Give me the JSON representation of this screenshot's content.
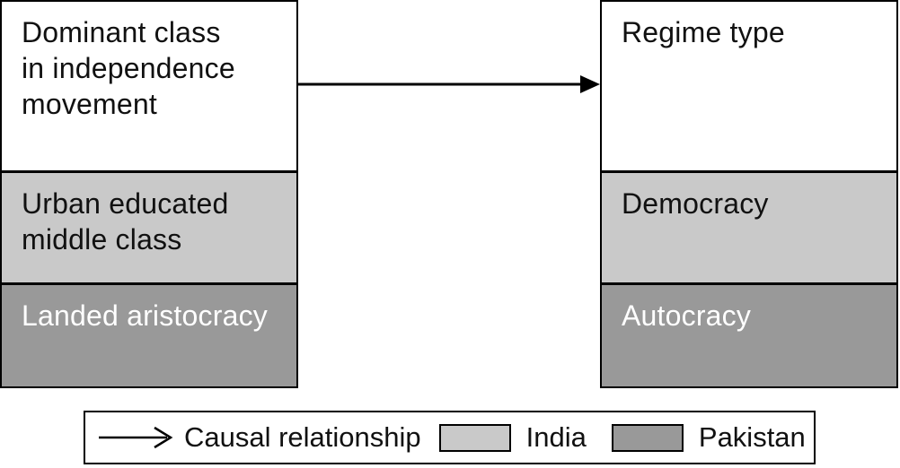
{
  "figure": {
    "left_box": {
      "header": "Dominant class\nin independence\nmovement",
      "rows": [
        {
          "label": "Urban educated\nmiddle class",
          "country": "India"
        },
        {
          "label": "Landed aristocracy",
          "country": "Pakistan"
        }
      ]
    },
    "right_box": {
      "header": "Regime type",
      "rows": [
        {
          "label": "Democracy",
          "country": "India"
        },
        {
          "label": "Autocracy",
          "country": "Pakistan"
        }
      ]
    },
    "arrow": {
      "meaning": "Causal relationship",
      "from": "Dominant class in independence movement",
      "to": "Regime type"
    },
    "legend": {
      "causal_label": "Causal relationship",
      "india_label": "India",
      "pakistan_label": "Pakistan"
    },
    "colors": {
      "india_fill": "#c9c9c9",
      "pakistan_fill": "#999999",
      "border": "#000000",
      "header_fill": "#ffffff",
      "text_dark": "#111111",
      "text_light": "#ffffff"
    }
  }
}
